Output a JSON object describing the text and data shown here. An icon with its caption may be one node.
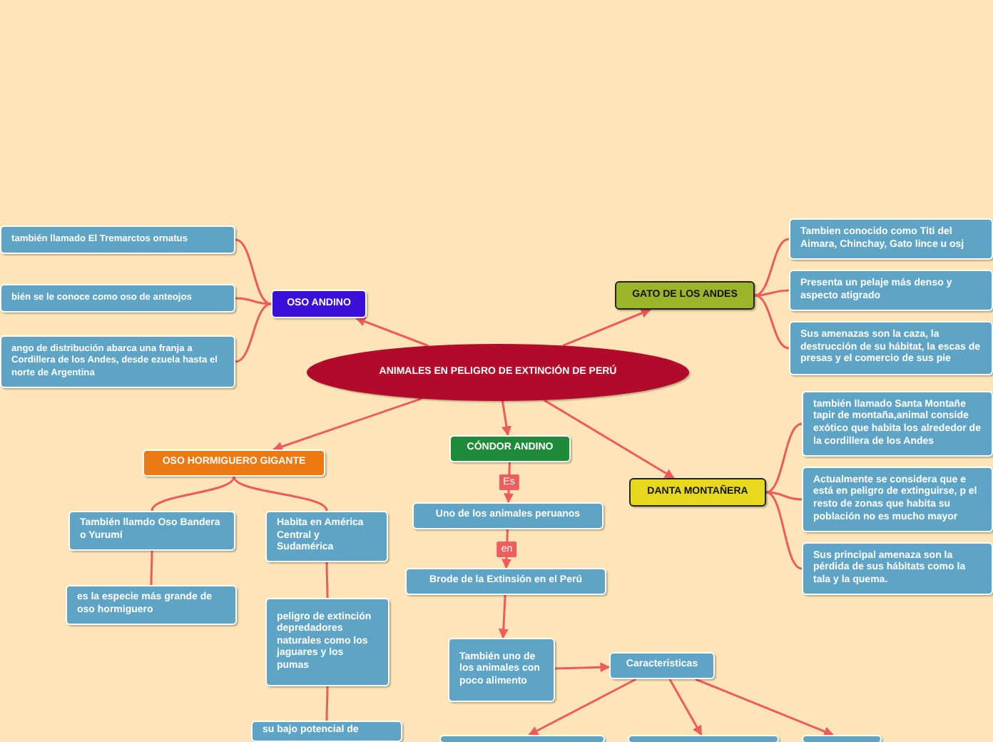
{
  "diagram": {
    "nodes": [
      {
        "text": [
          "ANIMALES EN PELIGRO DE EXTINCIÓN DE PERÚ"
        ]
      },
      {
        "text": [
          "OSO ANDINO"
        ]
      },
      {
        "text": [
          "también llamado El Tremarctos ornatus"
        ]
      },
      {
        "text": [
          "bién se le conoce como oso de anteojos"
        ]
      },
      {
        "text": [
          "ango de distribución abarca una franja a Cordillera de los Andes, desde ezuela hasta el norte de Argentina"
        ]
      },
      {
        "text": [
          "GATO DE LOS ANDES"
        ]
      },
      {
        "text": [
          "Tambien conocido como Titi del Aimara, Chinchay, Gato lince u osj"
        ]
      },
      {
        "text": [
          "Presenta un pelaje más denso y aspecto atigrado"
        ]
      },
      {
        "text": [
          "Sus amenazas son la caza, la destrucción de su hábitat, la escas de presas y el comercio de sus pie"
        ]
      },
      {
        "text": [
          "OSO HORMIGUERO GIGANTE"
        ]
      },
      {
        "text": [
          "CÓNDOR ANDINO"
        ]
      },
      {
        "text": [
          "DANTA MONTAÑERA"
        ]
      },
      {
        "text": [
          "también llamado Santa Montañe tapir de montaña,animal conside exótico que habita los alrededor de la cordillera de los Andes"
        ]
      },
      {
        "text": [
          "Actualmente se considera que e está en peligro de extinguirse, p el resto de zonas que habita su población no es mucho mayor"
        ]
      },
      {
        "text": [
          "Sus principal amenaza son la pérdida de sus hábitats como la tala y la quema."
        ]
      },
      {
        "text": [
          "También llamdo Oso Bandera o Yurumí"
        ]
      },
      {
        "text": [
          "Habita en América Central y Sudamérica"
        ]
      },
      {
        "text": [
          "es la especie más grande de oso hormiguero"
        ]
      },
      {
        "text": [
          "peligro de extinción depredadores naturales como los jaguares y los pumas"
        ]
      },
      {
        "text": [
          "su bajo potencial de"
        ]
      },
      {
        "text": [
          "Uno de los animales peruanos"
        ]
      },
      {
        "text": [
          "Brode de la Extinsión en el Perú"
        ]
      },
      {
        "text": [
          "También uno de los animales con poco alimento"
        ]
      },
      {
        "text": [
          "Caracteristicas"
        ]
      },
      {
        "text": [],
        "shape": "box"
      },
      {
        "text": [],
        "shape": "box"
      },
      {
        "text": [],
        "shape": "box"
      }
    ],
    "edges": [
      {
        "from": 0,
        "to": 1,
        "arrow": "to"
      },
      {
        "from": 0,
        "to": 5,
        "arrow": "to"
      },
      {
        "from": 0,
        "to": 9,
        "arrow": "to"
      },
      {
        "from": 0,
        "to": 10,
        "arrow": "to"
      },
      {
        "from": 0,
        "to": 11,
        "arrow": "to"
      },
      {
        "from": 1,
        "to": 2,
        "arrow": "none"
      },
      {
        "from": 1,
        "to": 3,
        "arrow": "none"
      },
      {
        "from": 1,
        "to": 4,
        "arrow": "none"
      },
      {
        "from": 5,
        "to": 6,
        "arrow": "none"
      },
      {
        "from": 5,
        "to": 7,
        "arrow": "none"
      },
      {
        "from": 5,
        "to": 8,
        "arrow": "none"
      },
      {
        "from": 11,
        "to": 12,
        "arrow": "none"
      },
      {
        "from": 11,
        "to": 13,
        "arrow": "none"
      },
      {
        "from": 11,
        "to": 14,
        "arrow": "none"
      },
      {
        "from": 9,
        "to": 15,
        "arrow": "none"
      },
      {
        "from": 9,
        "to": 16,
        "arrow": "none"
      },
      {
        "from": 15,
        "to": 17,
        "arrow": "none"
      },
      {
        "from": 16,
        "to": 18,
        "arrow": "none"
      },
      {
        "from": 18,
        "to": 19,
        "arrow": "none"
      },
      {
        "from": 10,
        "to": 20,
        "arrow": "to",
        "label": "Es"
      },
      {
        "from": 20,
        "to": 21,
        "arrow": "to",
        "label": "en"
      },
      {
        "from": 21,
        "to": 22,
        "arrow": "to"
      },
      {
        "from": 22,
        "to": 23,
        "arrow": "to"
      },
      {
        "from": 23,
        "to": 24,
        "arrow": "to"
      },
      {
        "from": 23,
        "to": 25,
        "arrow": "to"
      },
      {
        "from": 23,
        "to": 26,
        "arrow": "to"
      }
    ]
  }
}
